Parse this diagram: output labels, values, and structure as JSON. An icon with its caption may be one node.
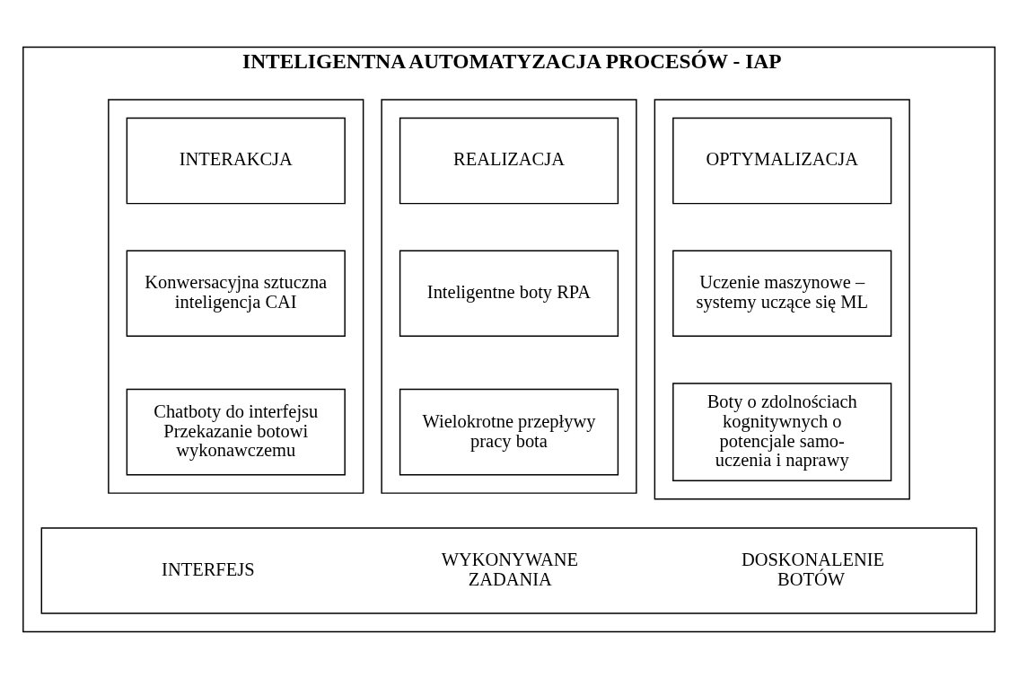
{
  "diagram": {
    "nodes": [
      {
        "text": [
          "INTELIGENTNA AUTOMATYZACJA PROCESÓW - IAP"
        ]
      },
      {
        "text": [],
        "shape": "box",
        "in": 0
      },
      {
        "text": [
          "INTERAKCJA"
        ],
        "in": 1
      },
      {
        "text": [
          "Konwersacyjna sztuczna inteligencja CAI"
        ],
        "in": 1
      },
      {
        "text": [
          "Chatboty do interfejsu Przekazanie botowi wykonawczemu"
        ],
        "in": 1
      },
      {
        "text": [],
        "shape": "box",
        "in": 0
      },
      {
        "text": [
          "REALIZACJA"
        ],
        "in": 5
      },
      {
        "text": [
          "Inteligentne boty RPA"
        ],
        "in": 5
      },
      {
        "text": [
          "Wielokrotne przepływy pracy bota"
        ],
        "in": 5
      },
      {
        "text": [],
        "shape": "box",
        "in": 0
      },
      {
        "text": [
          "OPTYMALIZACJA"
        ],
        "in": 9
      },
      {
        "text": [
          "Uczenie maszynowe – systemy uczące się ML"
        ],
        "in": 9
      },
      {
        "text": [
          "Boty o zdolnościach kognitywnych o potencjale samo-uczenia i naprawy"
        ],
        "in": 9
      },
      {
        "text": [
          "INTERFEJS",
          "WYKONYWANE ZADANIA",
          "DOSKONALENIE BOTÓW"
        ],
        "in": 0
      }
    ],
    "edges": []
  }
}
